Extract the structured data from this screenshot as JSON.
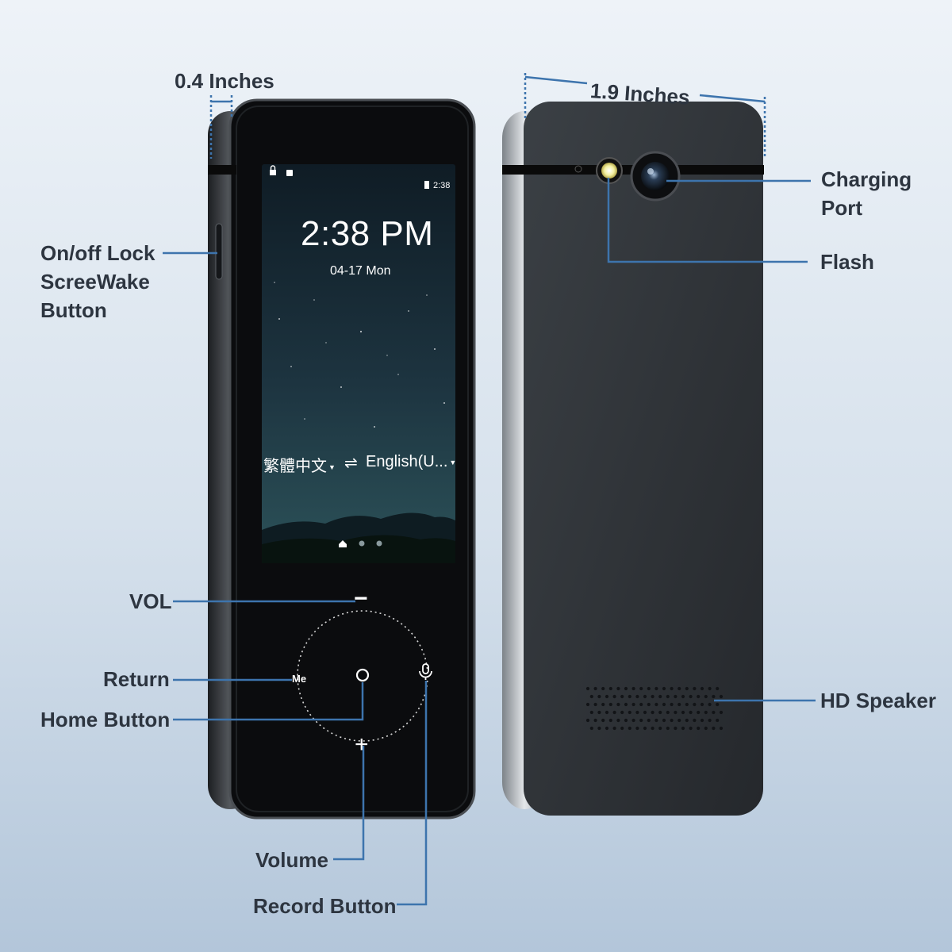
{
  "dimensions": {
    "thickness": "0.4 Inches",
    "width": "1.9 Inches"
  },
  "callouts": {
    "power_button": "On/off Lock\nScreeWake\nButton",
    "vol": "VOL",
    "return": "Return",
    "home_button": "Home Button",
    "volume": "Volume",
    "record_button": "Record Button",
    "charging_port": "Charging\nPort",
    "flash": "Flash",
    "hd_speaker": "HD Speaker"
  },
  "screen": {
    "status_time": "2:38",
    "clock": "2:38 PM",
    "date": "04-17 Mon",
    "source_language": "繁體中文",
    "target_language": "English(U...",
    "swap_symbol": "⇌"
  },
  "keypad": {
    "return_label": "Me",
    "minus_symbol": "−",
    "plus_symbol": "+"
  },
  "colors": {
    "callout_line": "#3d74ad",
    "label_text": "#2d3540",
    "device_body": "#2f3337",
    "flash_glow": "#f3f0a0"
  }
}
